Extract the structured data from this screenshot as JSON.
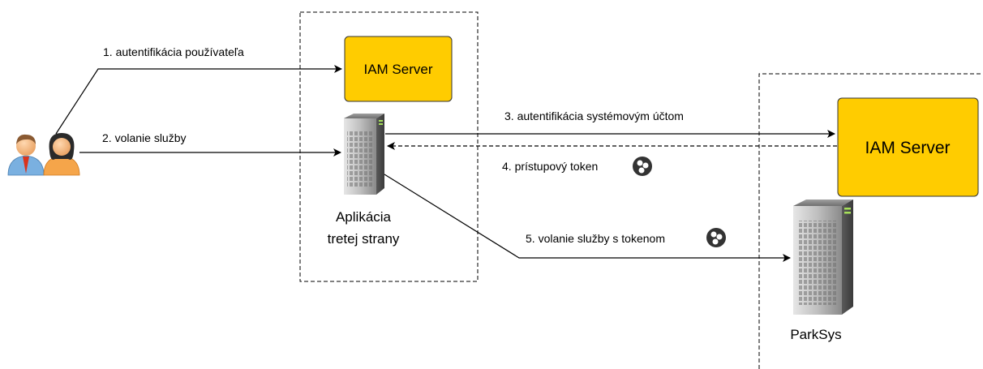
{
  "nodes": {
    "iam_server_top": {
      "label": "IAM Server"
    },
    "iam_server_right": {
      "label": "IAM Server"
    },
    "app_server": {
      "label_line1": "Aplikácia",
      "label_line2": "tretej strany"
    },
    "parksys_server": {
      "label": "ParkSys"
    },
    "users": {
      "icon": "users-icon"
    }
  },
  "edges": {
    "e1": {
      "label": "1. autentifikácia používateľa"
    },
    "e2": {
      "label": "2. volanie služby"
    },
    "e3": {
      "label": "3. autentifikácia systémovým účtom"
    },
    "e4": {
      "label": "4. prístupový token",
      "icon": "token-icon"
    },
    "e5": {
      "label": "5. volanie služby s tokenom",
      "icon": "token-icon"
    }
  },
  "colors": {
    "iam_fill": "#ffcc00",
    "iam_stroke": "#333333",
    "line": "#000000",
    "token": "#333333"
  }
}
